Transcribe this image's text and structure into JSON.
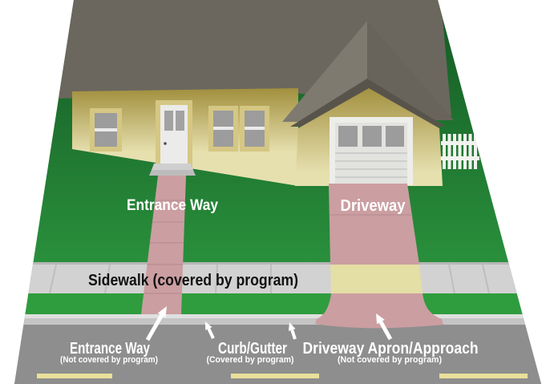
{
  "diagram": {
    "labels": {
      "entrance_way_lawn": "Entrance Way",
      "driveway": "Driveway",
      "sidewalk": "Sidewalk (covered by program)"
    },
    "callouts": {
      "entrance_way": {
        "title": "Entrance Way",
        "note": "(Not covered by program)"
      },
      "curb_gutter": {
        "title": "Curb/Gutter",
        "note": "(Covered by program)"
      },
      "driveway_apron": {
        "title": "Driveway Apron/Approach",
        "note": "(Not covered by program)"
      }
    },
    "colors": {
      "lawn_top": "#175f27",
      "lawn_bottom": "#2d9a40",
      "parkway": "#2f9c3e",
      "sidewalk": "#d2d2d2",
      "curb_light": "#e0e0e0",
      "curb_mid": "#c5c5c5",
      "street": "#8e8e8e",
      "lane_marking": "#e9e09a",
      "walkway_pink": "#cb9ea1",
      "driveway_panel": "#e4dfa5",
      "roof": "#6b675e",
      "wall_top": "#a39140",
      "wall_bottom": "#e6e0af"
    }
  }
}
